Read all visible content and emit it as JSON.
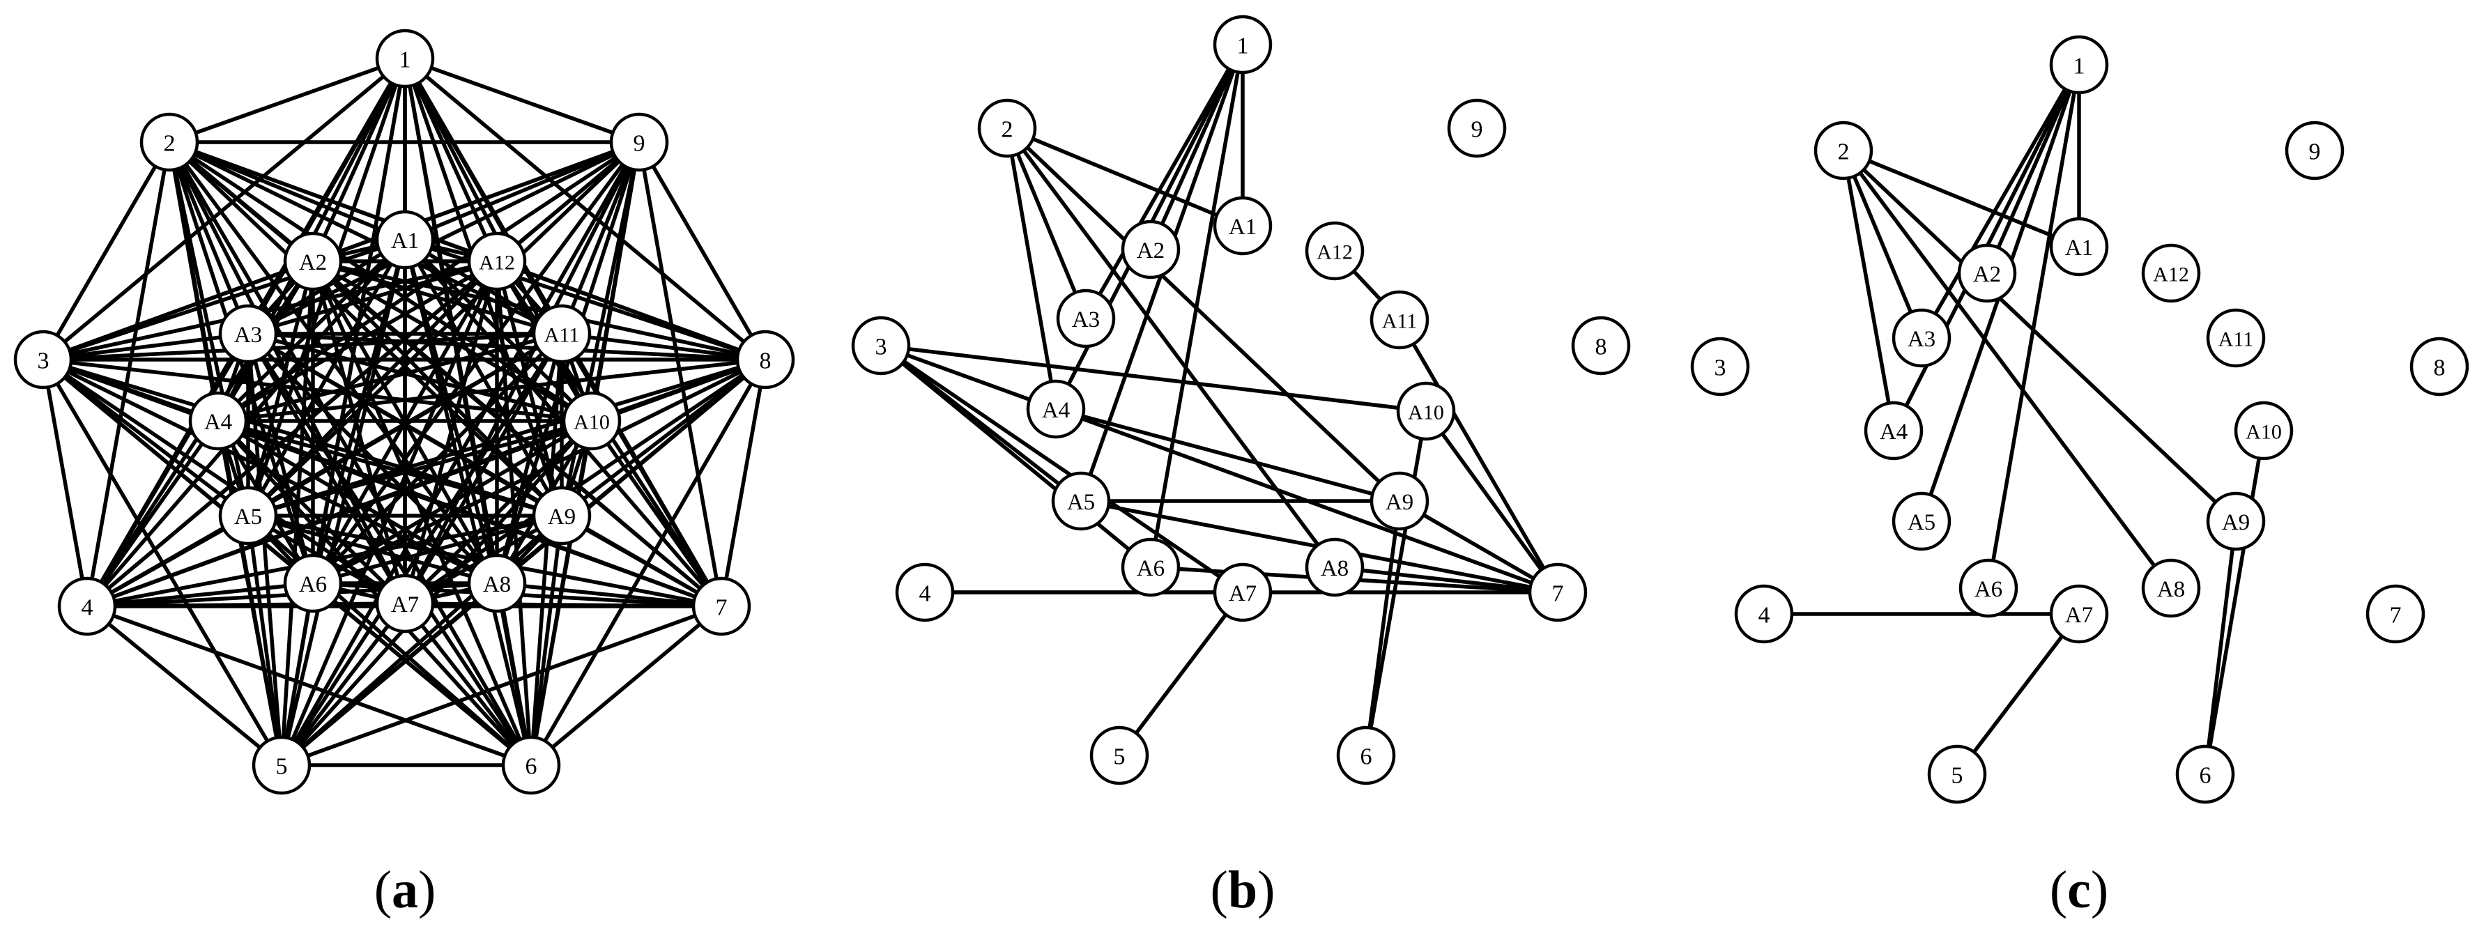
{
  "panels": [
    {
      "id": "a",
      "caption": {
        "open": "(",
        "letter": "a",
        "close": ")"
      },
      "nodes": [
        {
          "id": "1",
          "label": "1"
        },
        {
          "id": "2",
          "label": "2"
        },
        {
          "id": "3",
          "label": "3"
        },
        {
          "id": "4",
          "label": "4"
        },
        {
          "id": "5",
          "label": "5"
        },
        {
          "id": "6",
          "label": "6"
        },
        {
          "id": "7",
          "label": "7"
        },
        {
          "id": "8",
          "label": "8"
        },
        {
          "id": "9",
          "label": "9"
        },
        {
          "id": "A1",
          "label": "A1"
        },
        {
          "id": "A2",
          "label": "A2"
        },
        {
          "id": "A3",
          "label": "A3"
        },
        {
          "id": "A4",
          "label": "A4"
        },
        {
          "id": "A5",
          "label": "A5"
        },
        {
          "id": "A6",
          "label": "A6"
        },
        {
          "id": "A7",
          "label": "A7"
        },
        {
          "id": "A8",
          "label": "A8"
        },
        {
          "id": "A9",
          "label": "A9"
        },
        {
          "id": "A10",
          "label": "A10"
        },
        {
          "id": "A11",
          "label": "A11"
        },
        {
          "id": "A12",
          "label": "A12"
        }
      ],
      "complete_graph": true,
      "edges": []
    },
    {
      "id": "b",
      "caption": {
        "open": "(",
        "letter": "b",
        "close": ")"
      },
      "nodes": [
        {
          "id": "1",
          "label": "1"
        },
        {
          "id": "2",
          "label": "2"
        },
        {
          "id": "3",
          "label": "3"
        },
        {
          "id": "4",
          "label": "4"
        },
        {
          "id": "5",
          "label": "5"
        },
        {
          "id": "6",
          "label": "6"
        },
        {
          "id": "7",
          "label": "7"
        },
        {
          "id": "8",
          "label": "8"
        },
        {
          "id": "9",
          "label": "9"
        },
        {
          "id": "A1",
          "label": "A1"
        },
        {
          "id": "A2",
          "label": "A2"
        },
        {
          "id": "A3",
          "label": "A3"
        },
        {
          "id": "A4",
          "label": "A4"
        },
        {
          "id": "A5",
          "label": "A5"
        },
        {
          "id": "A6",
          "label": "A6"
        },
        {
          "id": "A7",
          "label": "A7"
        },
        {
          "id": "A8",
          "label": "A8"
        },
        {
          "id": "A9",
          "label": "A9"
        },
        {
          "id": "A10",
          "label": "A10"
        },
        {
          "id": "A11",
          "label": "A11"
        },
        {
          "id": "A12",
          "label": "A12"
        }
      ],
      "complete_graph": false,
      "edges": [
        [
          "1",
          "A1"
        ],
        [
          "1",
          "A2"
        ],
        [
          "1",
          "A3"
        ],
        [
          "1",
          "A4"
        ],
        [
          "1",
          "A5"
        ],
        [
          "1",
          "A6"
        ],
        [
          "2",
          "A1"
        ],
        [
          "2",
          "A3"
        ],
        [
          "2",
          "A4"
        ],
        [
          "2",
          "A8"
        ],
        [
          "2",
          "A9"
        ],
        [
          "3",
          "A4"
        ],
        [
          "3",
          "A5"
        ],
        [
          "3",
          "A6"
        ],
        [
          "3",
          "A7"
        ],
        [
          "3",
          "A10"
        ],
        [
          "4",
          "A7"
        ],
        [
          "4",
          "7"
        ],
        [
          "A4",
          "A9"
        ],
        [
          "A4",
          "7"
        ],
        [
          "A5",
          "A9"
        ],
        [
          "A5",
          "7"
        ],
        [
          "A6",
          "7"
        ],
        [
          "A8",
          "7"
        ],
        [
          "A9",
          "7"
        ],
        [
          "A10",
          "7"
        ],
        [
          "A12",
          "A11"
        ],
        [
          "A11",
          "7"
        ],
        [
          "6",
          "A9"
        ],
        [
          "6",
          "A10"
        ],
        [
          "5",
          "A7"
        ]
      ]
    },
    {
      "id": "c",
      "caption": {
        "open": "(",
        "letter": "c",
        "close": ")"
      },
      "nodes": [
        {
          "id": "1",
          "label": "1"
        },
        {
          "id": "2",
          "label": "2"
        },
        {
          "id": "3",
          "label": "3"
        },
        {
          "id": "4",
          "label": "4"
        },
        {
          "id": "5",
          "label": "5"
        },
        {
          "id": "6",
          "label": "6"
        },
        {
          "id": "7",
          "label": "7"
        },
        {
          "id": "8",
          "label": "8"
        },
        {
          "id": "9",
          "label": "9"
        },
        {
          "id": "A1",
          "label": "A1"
        },
        {
          "id": "A2",
          "label": "A2"
        },
        {
          "id": "A3",
          "label": "A3"
        },
        {
          "id": "A4",
          "label": "A4"
        },
        {
          "id": "A5",
          "label": "A5"
        },
        {
          "id": "A6",
          "label": "A6"
        },
        {
          "id": "A7",
          "label": "A7"
        },
        {
          "id": "A8",
          "label": "A8"
        },
        {
          "id": "A9",
          "label": "A9"
        },
        {
          "id": "A10",
          "label": "A10"
        },
        {
          "id": "A11",
          "label": "A11"
        },
        {
          "id": "A12",
          "label": "A12"
        }
      ],
      "complete_graph": false,
      "edges": [
        [
          "1",
          "A1"
        ],
        [
          "1",
          "A2"
        ],
        [
          "1",
          "A3"
        ],
        [
          "1",
          "A4"
        ],
        [
          "1",
          "A5"
        ],
        [
          "1",
          "A6"
        ],
        [
          "2",
          "A1"
        ],
        [
          "2",
          "A3"
        ],
        [
          "2",
          "A4"
        ],
        [
          "2",
          "A8"
        ],
        [
          "2",
          "A9"
        ],
        [
          "4",
          "A7"
        ],
        [
          "5",
          "A7"
        ],
        [
          "6",
          "A9"
        ],
        [
          "6",
          "A10"
        ]
      ]
    }
  ]
}
